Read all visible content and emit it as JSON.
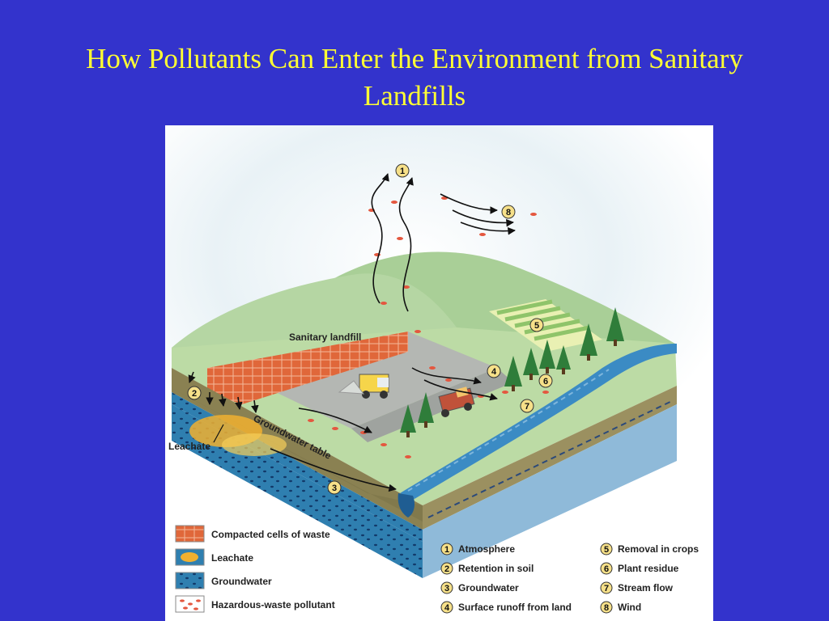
{
  "slide": {
    "title_line1": "How Pollutants Can Enter the Environment from Sanitary",
    "title_line2": "Landfills"
  },
  "diagram": {
    "labels": {
      "sanitary_landfill": "Sanitary landfill",
      "groundwater_table": "Groundwater table",
      "leachate": "Leachate"
    },
    "markers": {
      "atmosphere": "1",
      "retention_in_soil": "2",
      "groundwater": "3",
      "surface_runoff": "4",
      "removal_in_crops": "5",
      "plant_residue": "6",
      "stream_flow": "7",
      "wind": "8"
    },
    "legend": [
      {
        "label": "Compacted cells of waste",
        "swatch": "waste-cells"
      },
      {
        "label": "Leachate",
        "swatch": "leachate"
      },
      {
        "label": "Groundwater",
        "swatch": "groundwater"
      },
      {
        "label": "Hazardous-waste pollutant",
        "swatch": "pollutant"
      }
    ],
    "key": [
      {
        "num": "1",
        "label": "Atmosphere"
      },
      {
        "num": "2",
        "label": "Retention in soil"
      },
      {
        "num": "3",
        "label": "Groundwater"
      },
      {
        "num": "4",
        "label": "Surface runoff from land"
      },
      {
        "num": "5",
        "label": "Removal in crops"
      },
      {
        "num": "6",
        "label": "Plant residue"
      },
      {
        "num": "7",
        "label": "Stream flow"
      },
      {
        "num": "8",
        "label": "Wind"
      }
    ],
    "colors": {
      "background": "#3333cc",
      "title": "#ffff33",
      "waste_cells": "#e0673a",
      "groundwater": "#2f7fb0",
      "pollutant": "#e4573f",
      "leachate": "#f0b030",
      "grass": "#b8d89a",
      "hill": "#a9cf97",
      "soil": "#8a8152",
      "stream": "#3b8bc4"
    }
  }
}
